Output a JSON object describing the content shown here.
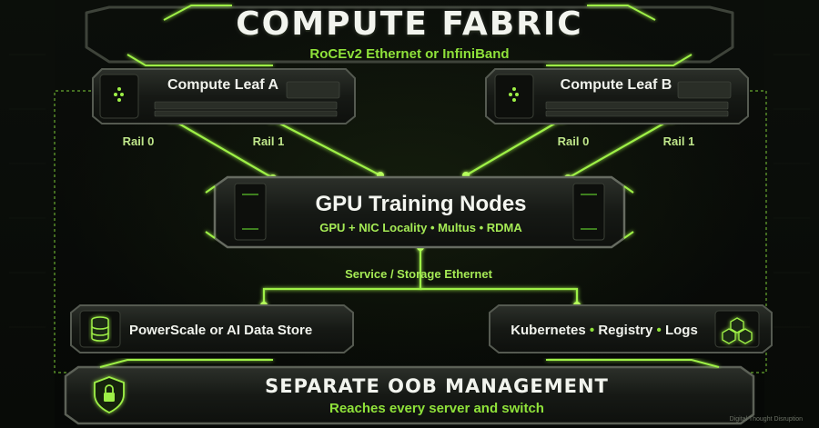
{
  "header": {
    "title": "COMPUTE FABRIC",
    "subtitle": "RoCEv2 Ethernet or InfiniBand"
  },
  "leaves": [
    {
      "label": "Compute Leaf A",
      "rails": [
        "Rail 0",
        "Rail 1"
      ]
    },
    {
      "label": "Compute Leaf B",
      "rails": [
        "Rail 0",
        "Rail 1"
      ]
    }
  ],
  "gpu_nodes": {
    "title": "GPU Training Nodes",
    "subtitle": "GPU + NIC Locality • Multus • RDMA"
  },
  "service_network": {
    "label": "Service / Storage Ethernet"
  },
  "storage": {
    "label": "PowerScale or AI Data Store",
    "icon": "database-icon"
  },
  "platform": {
    "items": [
      "Kubernetes",
      "Registry",
      "Logs"
    ],
    "separator": "•",
    "icon": "cubes-icon"
  },
  "oob": {
    "title": "SEPARATE OOB MANAGEMENT",
    "subtitle": "Reaches every server and switch",
    "icon": "shield-lock-icon"
  },
  "watermark": "Digital Thought Disruption",
  "colors": {
    "accent_green": "#8fe23a",
    "line_green": "#9ef046",
    "panel_dark": "#1a1d19",
    "panel_border": "#4a4f46",
    "text_light": "#f2f4ee"
  }
}
